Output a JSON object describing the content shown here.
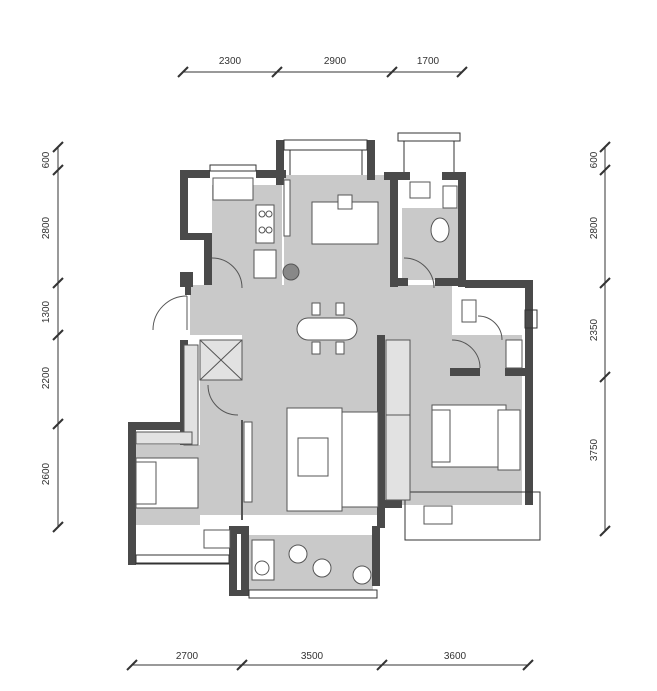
{
  "colors": {
    "wall": "#4a4a4a",
    "floor": "#c9c9c9",
    "outside": "#ffffff",
    "line": "#333333",
    "furniture": "#ffffff"
  },
  "dimensions": {
    "top": [
      "2300",
      "2900",
      "1700"
    ],
    "bottom": [
      "2700",
      "3500",
      "3600"
    ],
    "left": [
      "600",
      "2800",
      "1300",
      "2200",
      "2600"
    ],
    "right": [
      "600",
      "2800",
      "2350",
      "3750"
    ]
  }
}
